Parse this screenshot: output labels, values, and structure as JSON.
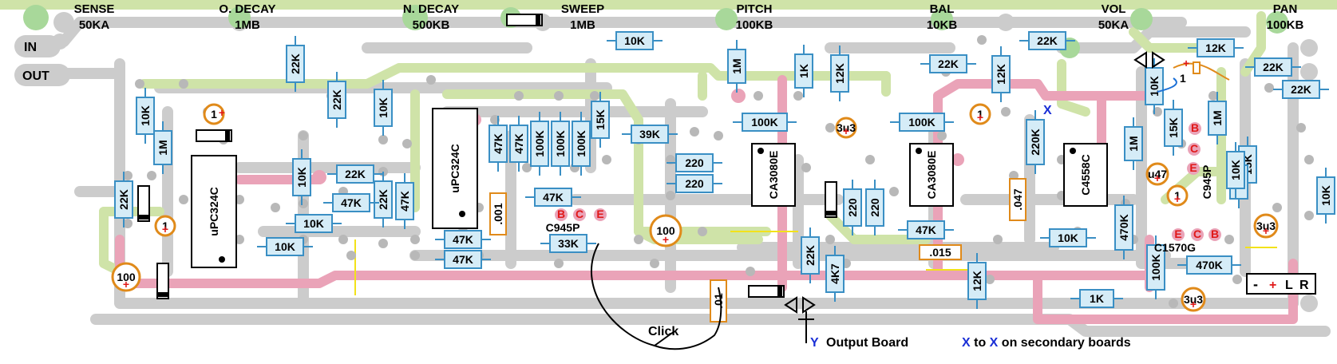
{
  "colors": {
    "trace_grey": "#cccccc",
    "trace_green": "#cfe3a8",
    "trace_pink": "#eaa3b8",
    "pad_green": "#a8d89a",
    "resistor_fill": "#d5ecf7",
    "resistor_edge": "#3a8fc4",
    "cap_edge": "#e08a1a",
    "plus_red": "#e01818",
    "label_blue": "#1a2fd6",
    "wire_black": "#000000",
    "jumper_yellow": "#f2e21a"
  },
  "pots": [
    {
      "name": "SENSE",
      "value": "50KA"
    },
    {
      "name": "O. DECAY",
      "value": "1MB"
    },
    {
      "name": "N. DECAY",
      "value": "500KB"
    },
    {
      "name": "SWEEP",
      "value": "1MB"
    },
    {
      "name": "PITCH",
      "value": "100KB"
    },
    {
      "name": "BAL",
      "value": "10KB"
    },
    {
      "name": "VOL",
      "value": "50KA"
    },
    {
      "name": "PAN",
      "value": "100KB"
    }
  ],
  "io": {
    "in": "IN",
    "out": "OUT"
  },
  "ics": [
    "uPC324C",
    "uPC324C",
    "CA3080E",
    "CA3080E",
    "C4558C"
  ],
  "resistors": [
    {
      "v": "22K",
      "o": "v"
    },
    {
      "v": "10K",
      "o": "v"
    },
    {
      "v": "1M",
      "o": "v"
    },
    {
      "v": "22K",
      "o": "v"
    },
    {
      "v": "10K",
      "o": "v"
    },
    {
      "v": "22K",
      "o": "v"
    },
    {
      "v": "10K",
      "o": "v"
    },
    {
      "v": "22K",
      "o": "v"
    },
    {
      "v": "22K",
      "o": "h"
    },
    {
      "v": "47K",
      "o": "h"
    },
    {
      "v": "10K",
      "o": "h"
    },
    {
      "v": "10K",
      "o": "h"
    },
    {
      "v": "47K",
      "o": "v"
    },
    {
      "v": "47K",
      "o": "v"
    },
    {
      "v": "47K",
      "o": "v"
    },
    {
      "v": "100K",
      "o": "v"
    },
    {
      "v": "100K",
      "o": "v"
    },
    {
      "v": "100K",
      "o": "v"
    },
    {
      "v": "15K",
      "o": "v"
    },
    {
      "v": "39K",
      "o": "h"
    },
    {
      "v": "10K",
      "o": "h"
    },
    {
      "v": "47K",
      "o": "h"
    },
    {
      "v": "47K",
      "o": "h"
    },
    {
      "v": "47K",
      "o": "h"
    },
    {
      "v": "33K",
      "o": "h"
    },
    {
      "v": "220",
      "o": "h"
    },
    {
      "v": "220",
      "o": "h"
    },
    {
      "v": "1M",
      "o": "v"
    },
    {
      "v": "1K",
      "o": "v"
    },
    {
      "v": "12K",
      "o": "v"
    },
    {
      "v": "100K",
      "o": "h"
    },
    {
      "v": "22K",
      "o": "v"
    },
    {
      "v": "4K7",
      "o": "v"
    },
    {
      "v": "220",
      "o": "v"
    },
    {
      "v": "220",
      "o": "v"
    },
    {
      "v": "22K",
      "o": "h"
    },
    {
      "v": "12K",
      "o": "v"
    },
    {
      "v": "22K",
      "o": "h"
    },
    {
      "v": "100K",
      "o": "h"
    },
    {
      "v": "47K",
      "o": "h"
    },
    {
      "v": "12K",
      "o": "v"
    },
    {
      "v": "220K",
      "o": "v"
    },
    {
      "v": "10K",
      "o": "h"
    },
    {
      "v": "10K",
      "o": "v"
    },
    {
      "v": "15K",
      "o": "v"
    },
    {
      "v": "1M",
      "o": "v"
    },
    {
      "v": "470K",
      "o": "v"
    },
    {
      "v": "100K",
      "o": "v"
    },
    {
      "v": "1K",
      "o": "h"
    },
    {
      "v": "12K",
      "o": "h"
    },
    {
      "v": "22K",
      "o": "h"
    },
    {
      "v": "22K",
      "o": "h"
    },
    {
      "v": "1M",
      "o": "v"
    },
    {
      "v": "15K",
      "o": "v"
    },
    {
      "v": "1K",
      "o": "v"
    },
    {
      "v": "10K",
      "o": "v"
    },
    {
      "v": "470K",
      "o": "h"
    },
    {
      "v": "10K",
      "o": "v"
    }
  ],
  "caps_electrolytic": [
    "1",
    "1",
    "100",
    "100",
    "3u3",
    "1",
    "u47",
    "1",
    "3u3",
    "3u3"
  ],
  "caps_film": [
    ".001",
    ".01",
    ".015",
    ".047"
  ],
  "transistors": [
    {
      "part": "C945P",
      "pins": [
        "B",
        "C",
        "E"
      ]
    },
    {
      "part": "C945P",
      "pins": [
        "B",
        "C",
        "E"
      ]
    },
    {
      "part": "C1570G",
      "pins": [
        "E",
        "C",
        "B"
      ]
    }
  ],
  "annotations": {
    "click": "Click",
    "x_marker": "X",
    "y_marker": "Y",
    "output_board": "Output Board",
    "x_to_x_1": "X",
    "x_to_x_2": " to ",
    "x_to_x_3": "X",
    "x_to_x_4": " on secondary boards",
    "plus": "+",
    "minus": "-",
    "power_l": "L",
    "power_r": "R",
    "pot_label_1": "1"
  }
}
